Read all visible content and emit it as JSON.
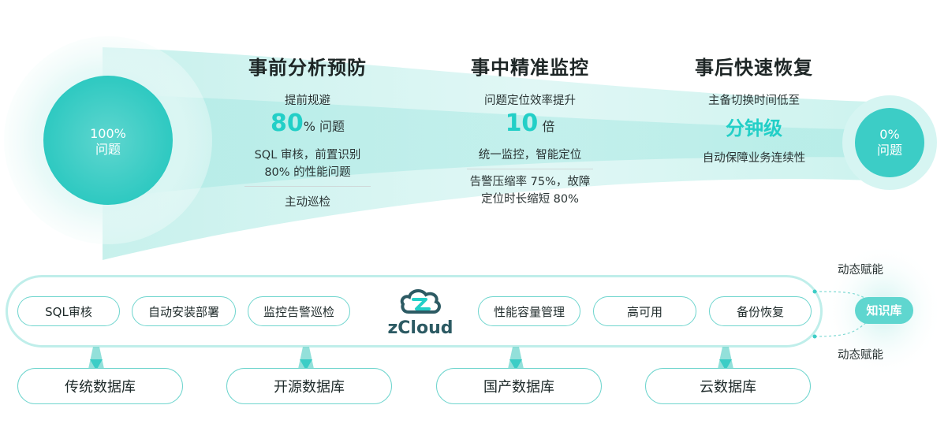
{
  "left_circle": {
    "percent": "100%",
    "label": "问题"
  },
  "right_circle": {
    "percent": "0%",
    "label": "问题"
  },
  "columns": [
    {
      "title": "事前分析预防",
      "line1": "提前规避",
      "big": "80",
      "big_suffix": "% 问题",
      "desc1": "SQL 审核，前置识别",
      "desc2": "80% 的性能问题",
      "desc3": "主动巡检"
    },
    {
      "title": "事中精准监控",
      "line1": "问题定位效率提升",
      "big": "10",
      "big_suffix": "倍",
      "desc1": "统一监控，智能定位",
      "desc2": "告警压缩率 75%，故障",
      "desc3": "定位时长缩短 80%"
    },
    {
      "title": "事后快速恢复",
      "line1": "主备切换时间低至",
      "big": "分钟级",
      "desc1": "自动保障业务连续性"
    }
  ],
  "platform": {
    "brand": "zCloud",
    "left_modules": [
      "SQL审核",
      "自动安装部署",
      "监控告警巡检"
    ],
    "right_modules": [
      "性能容量管理",
      "高可用",
      "备份恢复"
    ]
  },
  "databases": [
    "传统数据库",
    "开源数据库",
    "国产数据库",
    "云数据库"
  ],
  "knowledge": {
    "label": "知识库",
    "top_label": "动态赋能",
    "bottom_label": "动态赋能"
  },
  "colors": {
    "accent": "#22cfc7",
    "border": "#6fd5ce",
    "text": "#1e2a2a"
  }
}
